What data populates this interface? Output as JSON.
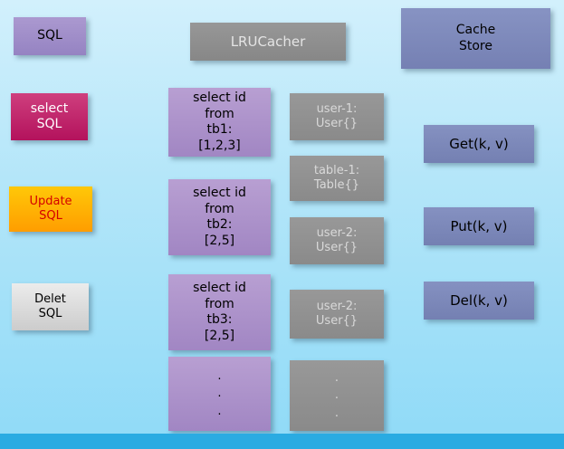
{
  "colors": {
    "background_top": "#d2f0fc",
    "background_bottom": "#8fdaf7",
    "bottom_bar": "#2aabe2",
    "purple_node": "#9f8bc8",
    "magenta_node": "#bd2268",
    "orange_node": "#ffb004",
    "silver_node": "#dcdcdc",
    "gray_node": "#909090",
    "slate_node": "#7d88ba"
  },
  "sql_sources": {
    "sql": "SQL",
    "select_sql": "select\nSQL",
    "update_sql": "Update\nSQL",
    "delete_sql": "Delet\nSQL"
  },
  "lru_cacher": {
    "title": "LRUCacher",
    "queries": [
      "select id\nfrom\ntb1:\n[1,2,3]",
      "select id\nfrom\ntb2:\n[2,5]",
      "select id\nfrom\ntb3:\n[2,5]",
      ".\n.\n."
    ],
    "cache_entries": [
      "user-1:\nUser{}",
      "table-1:\nTable{}",
      "user-2:\nUser{}",
      "user-2:\nUser{}",
      ".\n.\n."
    ]
  },
  "cache_store": {
    "title": "Cache\nStore",
    "operations": [
      "Get(k, v)",
      "Put(k, v)",
      "Del(k, v)"
    ]
  }
}
